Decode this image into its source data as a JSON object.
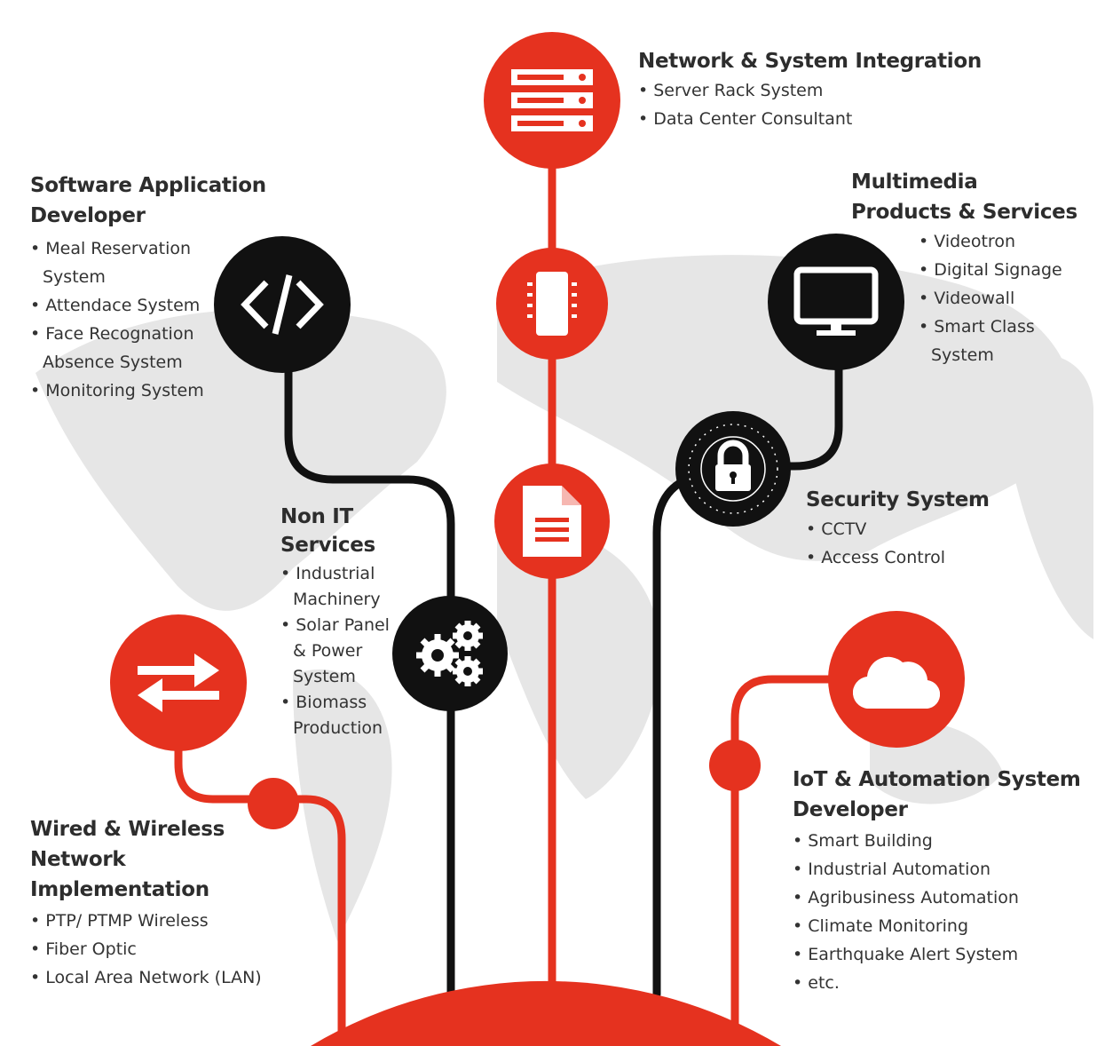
{
  "colors": {
    "red": "#e5321f",
    "black": "#111111",
    "map": "#e4e4e4"
  },
  "sections": {
    "network": {
      "title": "Network & System Integration",
      "items": [
        "Server Rack System",
        "Data Center Consultant"
      ],
      "icon": "server-rack-icon"
    },
    "software": {
      "title_lines": [
        "Software Application",
        "Developer"
      ],
      "items": [
        "Meal Reservation System",
        "Attendace System",
        "Face Recognation Absence System",
        "Monitoring System"
      ],
      "icon": "code-icon"
    },
    "multimedia": {
      "title_lines": [
        "Multimedia",
        "Products & Services"
      ],
      "items": [
        "Videotron",
        "Digital Signage",
        "Videowall",
        "Smart Class System"
      ],
      "icon": "monitor-icon"
    },
    "security": {
      "title": "Security System",
      "items": [
        "CCTV",
        "Access Control"
      ],
      "icon": "lock-icon"
    },
    "nonit": {
      "title_lines": [
        "Non IT",
        "Services"
      ],
      "items": [
        "Industrial Machinery",
        "Solar Panel & Power System",
        "Biomass Production"
      ],
      "icon": "gears-icon"
    },
    "wired": {
      "title_lines": [
        "Wired & Wireless",
        "Network",
        "Implementation"
      ],
      "items": [
        "PTP/ PTMP Wireless",
        "Fiber Optic",
        "Local Area Network (LAN)"
      ],
      "icon": "transfer-arrows-icon"
    },
    "iot": {
      "title_lines": [
        "IoT & Automation System",
        "Developer"
      ],
      "items": [
        "Smart Building",
        "Industrial Automation",
        "Agribusiness Automation",
        "Climate Monitoring",
        "Earthquake Alert System",
        "etc."
      ],
      "icon": "cloud-icon"
    }
  }
}
